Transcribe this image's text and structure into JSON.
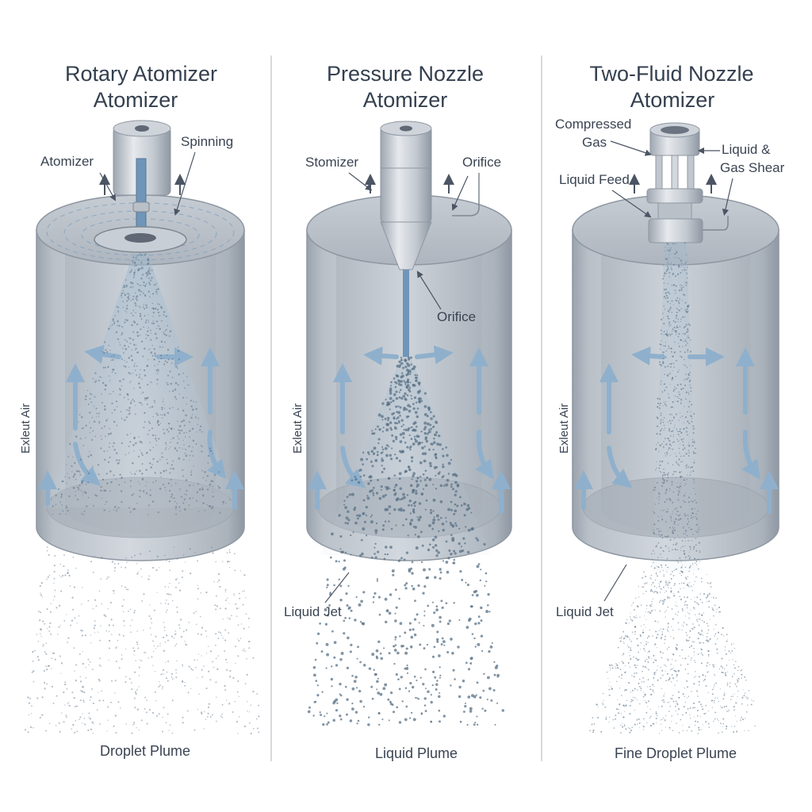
{
  "panels": [
    {
      "id": "rotary",
      "title_line1": "Rotary Atomizer",
      "title_line2": "Atomizer",
      "label_atomizer": "Atomizer",
      "label_spinning": "Spinning",
      "side_label": "Exleut Air",
      "bottom_label": "Droplet Plume"
    },
    {
      "id": "pressure",
      "title_line1": "Pressure Nozzle",
      "title_line2": "Atomizer",
      "label_stomizer": "Stomizer",
      "label_orifice_top": "Orifice",
      "label_orifice_mid": "Orifice",
      "label_liquid_jet": "Liquid Jet",
      "side_label": "Exleut Air",
      "bottom_label": "Liquid Plume"
    },
    {
      "id": "twofluid",
      "title_line1": "Two-Fluid Nozzle",
      "title_line2": "Atomizer",
      "label_compressed_1": "Compressed",
      "label_compressed_2": "Gas",
      "label_shear_1": "Liquid &",
      "label_shear_2": "Gas Shear",
      "label_liquid_feed": "Liquid Feed",
      "label_liquid_jet": "Liquid Jet",
      "side_label": "Exleut Air",
      "bottom_label": "Fine Droplet Plume"
    }
  ],
  "colors": {
    "steel_light": "#dfe3e8",
    "steel_mid": "#b7bec7",
    "steel_dark": "#8e97a2",
    "droplet": "#5a7186",
    "airflow": "#8fb0cc",
    "liquid": "#6f95b8",
    "divider": "#c9ced4",
    "text": "#34404f"
  },
  "icons": [
    "arrow-up-icon",
    "airflow-arrow-icon",
    "droplet-icon"
  ]
}
